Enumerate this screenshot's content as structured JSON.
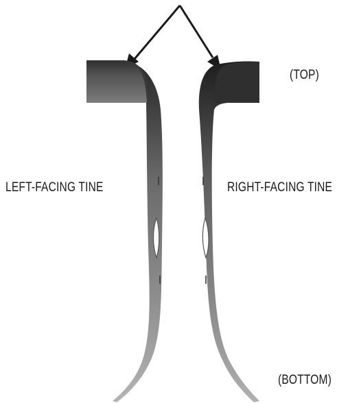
{
  "labels": {
    "top": "(TOP)",
    "left_tine": "LEFT-FACING TINE",
    "right_tine": "RIGHT-FACING TINE",
    "bottom": "(BOTTOM)"
  },
  "colors": {
    "tine_dark": "#2a2a2a",
    "tine_mid": "#6e6e6e",
    "tine_light": "#b8b8b8",
    "arrow": "#1a1a1a"
  }
}
